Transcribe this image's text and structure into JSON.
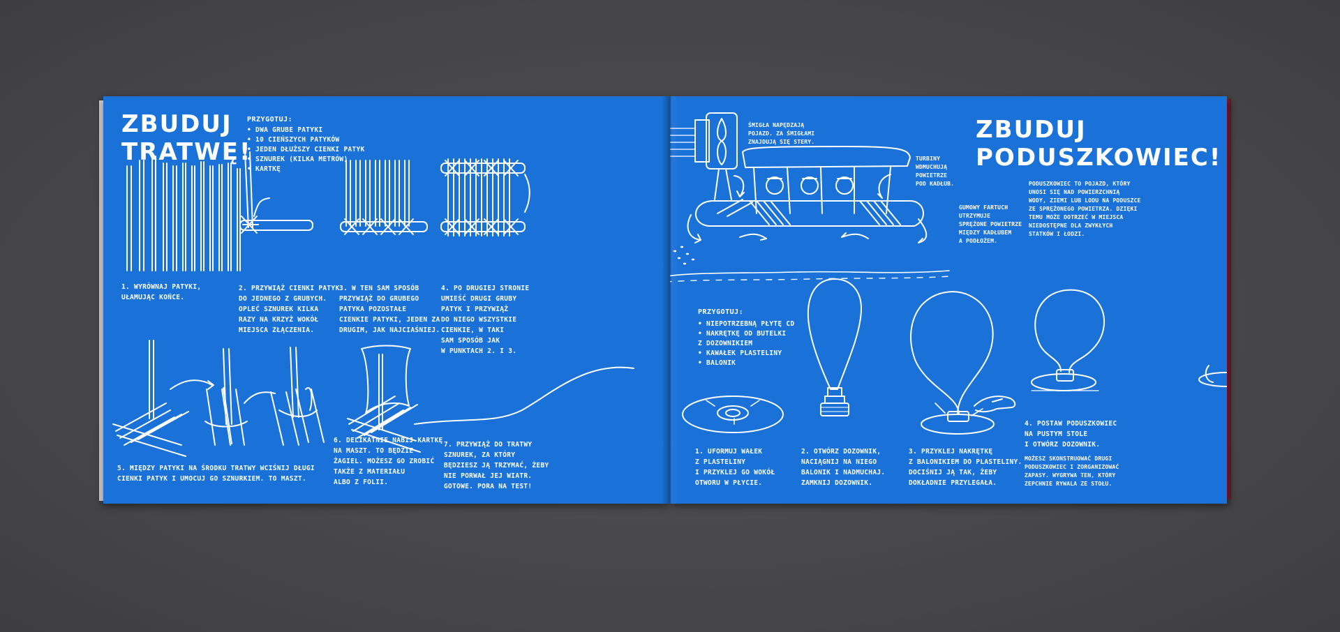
{
  "left_page": {
    "title_line1": "ZBUDUJ",
    "title_line2": "TRATWĘ!",
    "prepare_header": "PRZYGOTUJ:",
    "prepare_items": [
      "DWA GRUBE PATYKI",
      "10 CIEŃSZYCH PATYKÓW",
      "JEDEN DŁUŻSZY CIENKI PATYK",
      "SZNUREK (KILKA METRÓW)",
      "KARTKĘ"
    ],
    "steps": [
      "1. WYRÓWNAJ PATYKI,\nUŁAMUJĄC KOŃCE.",
      "2. PRZYWIĄŻ CIENKI PATYK\nDO JEDNEGO Z GRUBYCH.\nOPLEĆ SZNUREK KILKA\nRAZY NA KRZYŻ WOKÓŁ\nMIEJSCA ZŁĄCZENIA.",
      "3. W TEN SAM SPOSÓB\nPRZYWIĄŻ DO GRUBEGO\nPATYKA POZOSTAŁE\nCIENKIE PATYKI, JEDEN ZA\nDRUGIM, JAK NAJCIAŚNIEJ.",
      "4. PO DRUGIEJ STRONIE\nUMIEŚĆ DRUGI GRUBY\nPATYK I PRZYWIĄŻ\nDO NIEGO WSZYSTKIE\nCIENKIE, W TAKI\nSAM SPOSÓB JAK\nW PUNKTACH 2. I 3.",
      "5. MIĘDZY PATYKI NA ŚRODKU TRATWY WCIŚNIJ DŁUGI\nCIENKI PATYK I UMOCUJ GO SZNURKIEM. TO MASZT.",
      "6. DELIKATNIE NABIJ KARTKĘ\nNA MASZT. TO BĘDZIE\nŻAGIEL. MOŻESZ GO ZROBIĆ\nTAKŻE Z MATERIAŁU\nALBO Z FOLII.",
      "7. PRZYWIĄŻ DO TRATWY\nSZNUREK, ZA KTÓRY\nBĘDZIESZ JĄ TRZYMAĆ, ŻEBY\nNIE PORWAŁ JEJ WIATR.\nGOTOWE. PORA NA TEST!"
    ]
  },
  "right_page": {
    "title_line1": "ZBUDUJ",
    "title_line2": "PODUSZKOWIEC!",
    "intro": "PODUSZKOWIEC TO POJAZD, KTÓRY\nUNOSI SIĘ NAD POWIERZCHNIĄ\nWODY, ZIEMI LUB LODU NA PODUSZCE\nZE SPRĘŻONEGO POWIETRZA. DZIĘKI\nTEMU MOŻE DOTRZEĆ W MIEJSCA\nNIEDOSTĘPNE DLA ZWYKŁYCH\nSTATKÓW I ŁODZI.",
    "annotations": [
      "ŚMIGŁA NAPĘDZAJĄ\nPOJAZD. ZA ŚMIGŁAMI\nZNAJDUJĄ SIĘ STERY.",
      "TURBINY\nWDMUCHUJĄ\nPOWIETRZE\nPOD KADŁUB.",
      "GUMOWY FARTUCH\nUTRZYMUJE\nSPRĘŻONE POWIETRZE\nMIĘDZY KADŁUBEM\nA PODŁOŻEM."
    ],
    "prepare_header": "PRZYGOTUJ:",
    "prepare_items": [
      "NIEPOTRZEBNĄ PŁYTĘ CD",
      "NAKRĘTKĘ OD BUTELKI\nZ DOZOWNIKIEM",
      "KAWAŁEK PLASTELINY",
      "BALONIK"
    ],
    "steps": [
      "1. UFORMUJ WAŁEK\nZ PLASTELINY\nI PRZYKLEJ GO WOKÓŁ\nOTWORU W PŁYCIE.",
      "2. OTWÓRZ DOZOWNIK,\nNACIĄGNIJ NA NIEGO\nBALONIK I NADMUCHAJ.\nZAMKNIJ DOZOWNIK.",
      "3. PRZYKLEJ NAKRĘTKĘ\nZ BALONIKIEM DO PLASTELINY.\nDOCIŚNIJ JĄ TAK, ŻEBY\nDOKŁADNIE PRZYLEGAŁA.",
      "4. POSTAW PODUSZKOWIEC\nNA PUSTYM STOLE\nI OTWÓRZ DOZOWNIK."
    ],
    "extra_note": "MOŻESZ SKONSTRUOWAĆ DRUGI\nPODUSZKOWIEC I ZORGANIZOWAĆ\nZAPASY. WYGRYWA TEN, KTÓRY\nZEPCHNIE RYWALA ZE STOŁU."
  },
  "colors": {
    "page_blue": "#1a72d8",
    "ink": "#ffffff",
    "background": "#4a4a4c"
  }
}
